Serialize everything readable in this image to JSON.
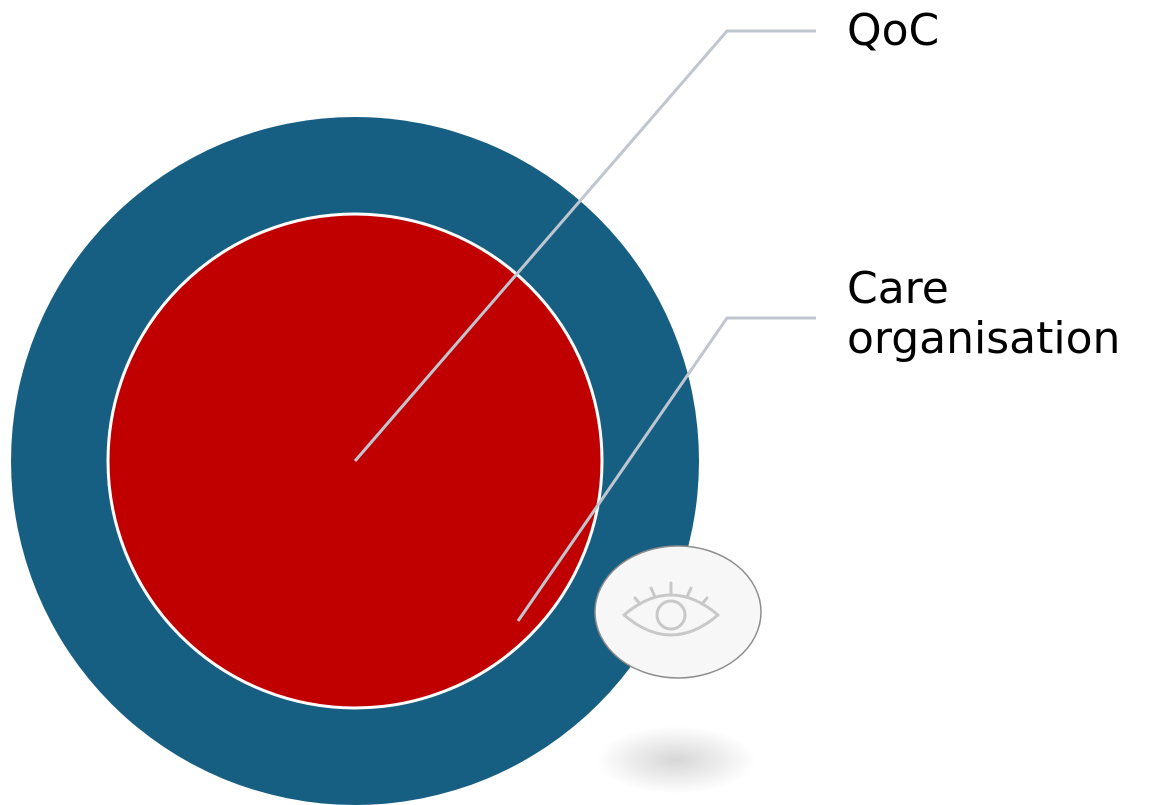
{
  "labels": {
    "qoc": "QoC",
    "care_line1": "Care",
    "care_line2": "organisation"
  },
  "icons": {
    "badge": "eye-icon"
  },
  "colors": {
    "outer_ring": "#175F82",
    "inner_circle": "#C00000",
    "callout_line": "#BFC6D0",
    "badge_fill": "#F7F7F7",
    "badge_border": "#8E8E8E",
    "icon": "#C8C8C8",
    "text": "#000000"
  }
}
